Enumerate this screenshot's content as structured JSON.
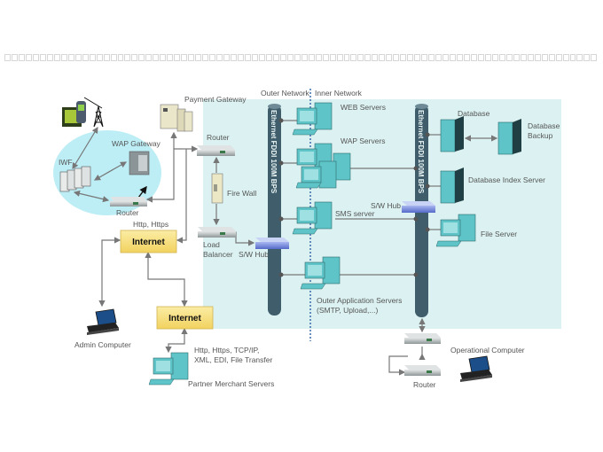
{
  "header": {
    "placeholder_glyph_count": 84
  },
  "zones": {
    "outer_network": "Outer Network",
    "inner_network": "Inner Network"
  },
  "buses": [
    {
      "id": "bus-left",
      "label": "Ethernet FDDI 100M BPS"
    },
    {
      "id": "bus-right",
      "label": "Ethernet FDDI 100M BPS"
    }
  ],
  "nodes": {
    "mobile": {
      "label": ""
    },
    "tower": {
      "label": ""
    },
    "iwf": {
      "label": "IWF"
    },
    "wap_gateway": {
      "label": "WAP Gateway"
    },
    "router_left": {
      "label": "Router"
    },
    "payment_gateway": {
      "label": "Payment Gateway"
    },
    "router_top": {
      "label": "Router"
    },
    "firewall": {
      "label": "Fire Wall"
    },
    "load_balancer": {
      "label_line1": "Load",
      "label_line2": "Balancer"
    },
    "sw_hub_left": {
      "label": "S/W Hub"
    },
    "sw_hub_right": {
      "label": "S/W Hub"
    },
    "web_servers": {
      "label": "WEB Servers"
    },
    "wap_servers": {
      "label": "WAP Servers"
    },
    "sms_server": {
      "label": "SMS server"
    },
    "outer_app_servers": {
      "label_line1": "Outer Application Servers",
      "label_line2": "(SMTP, Upload,...)"
    },
    "database": {
      "label": "Database"
    },
    "database_backup": {
      "label_line1": "Database",
      "label_line2": "Backup"
    },
    "db_index_server": {
      "label": "Database Index Server"
    },
    "file_server": {
      "label": "File Server"
    },
    "internet_main": {
      "label": "Internet",
      "protocol": "Http, Https"
    },
    "internet_partner": {
      "label": "Internet"
    },
    "admin_computer": {
      "label": "Admin Computer"
    },
    "partner_servers": {
      "label": "Partner Merchant Servers",
      "protocol_line1": "Http, Https, TCP/IP,",
      "protocol_line2": "XML, EDI, File Transfer"
    },
    "router_bottom_top": {
      "label": ""
    },
    "router_bottom": {
      "label": "Router"
    },
    "operational_computer": {
      "label": "Operational Computer"
    }
  },
  "colors": {
    "inner_zone": "#dcf2f2",
    "wireless_zone": "#bdeef6",
    "bus": "#3f5d6b",
    "server": "#5fc4c8",
    "internet_box": "#f7de7a",
    "line": "#777777"
  }
}
